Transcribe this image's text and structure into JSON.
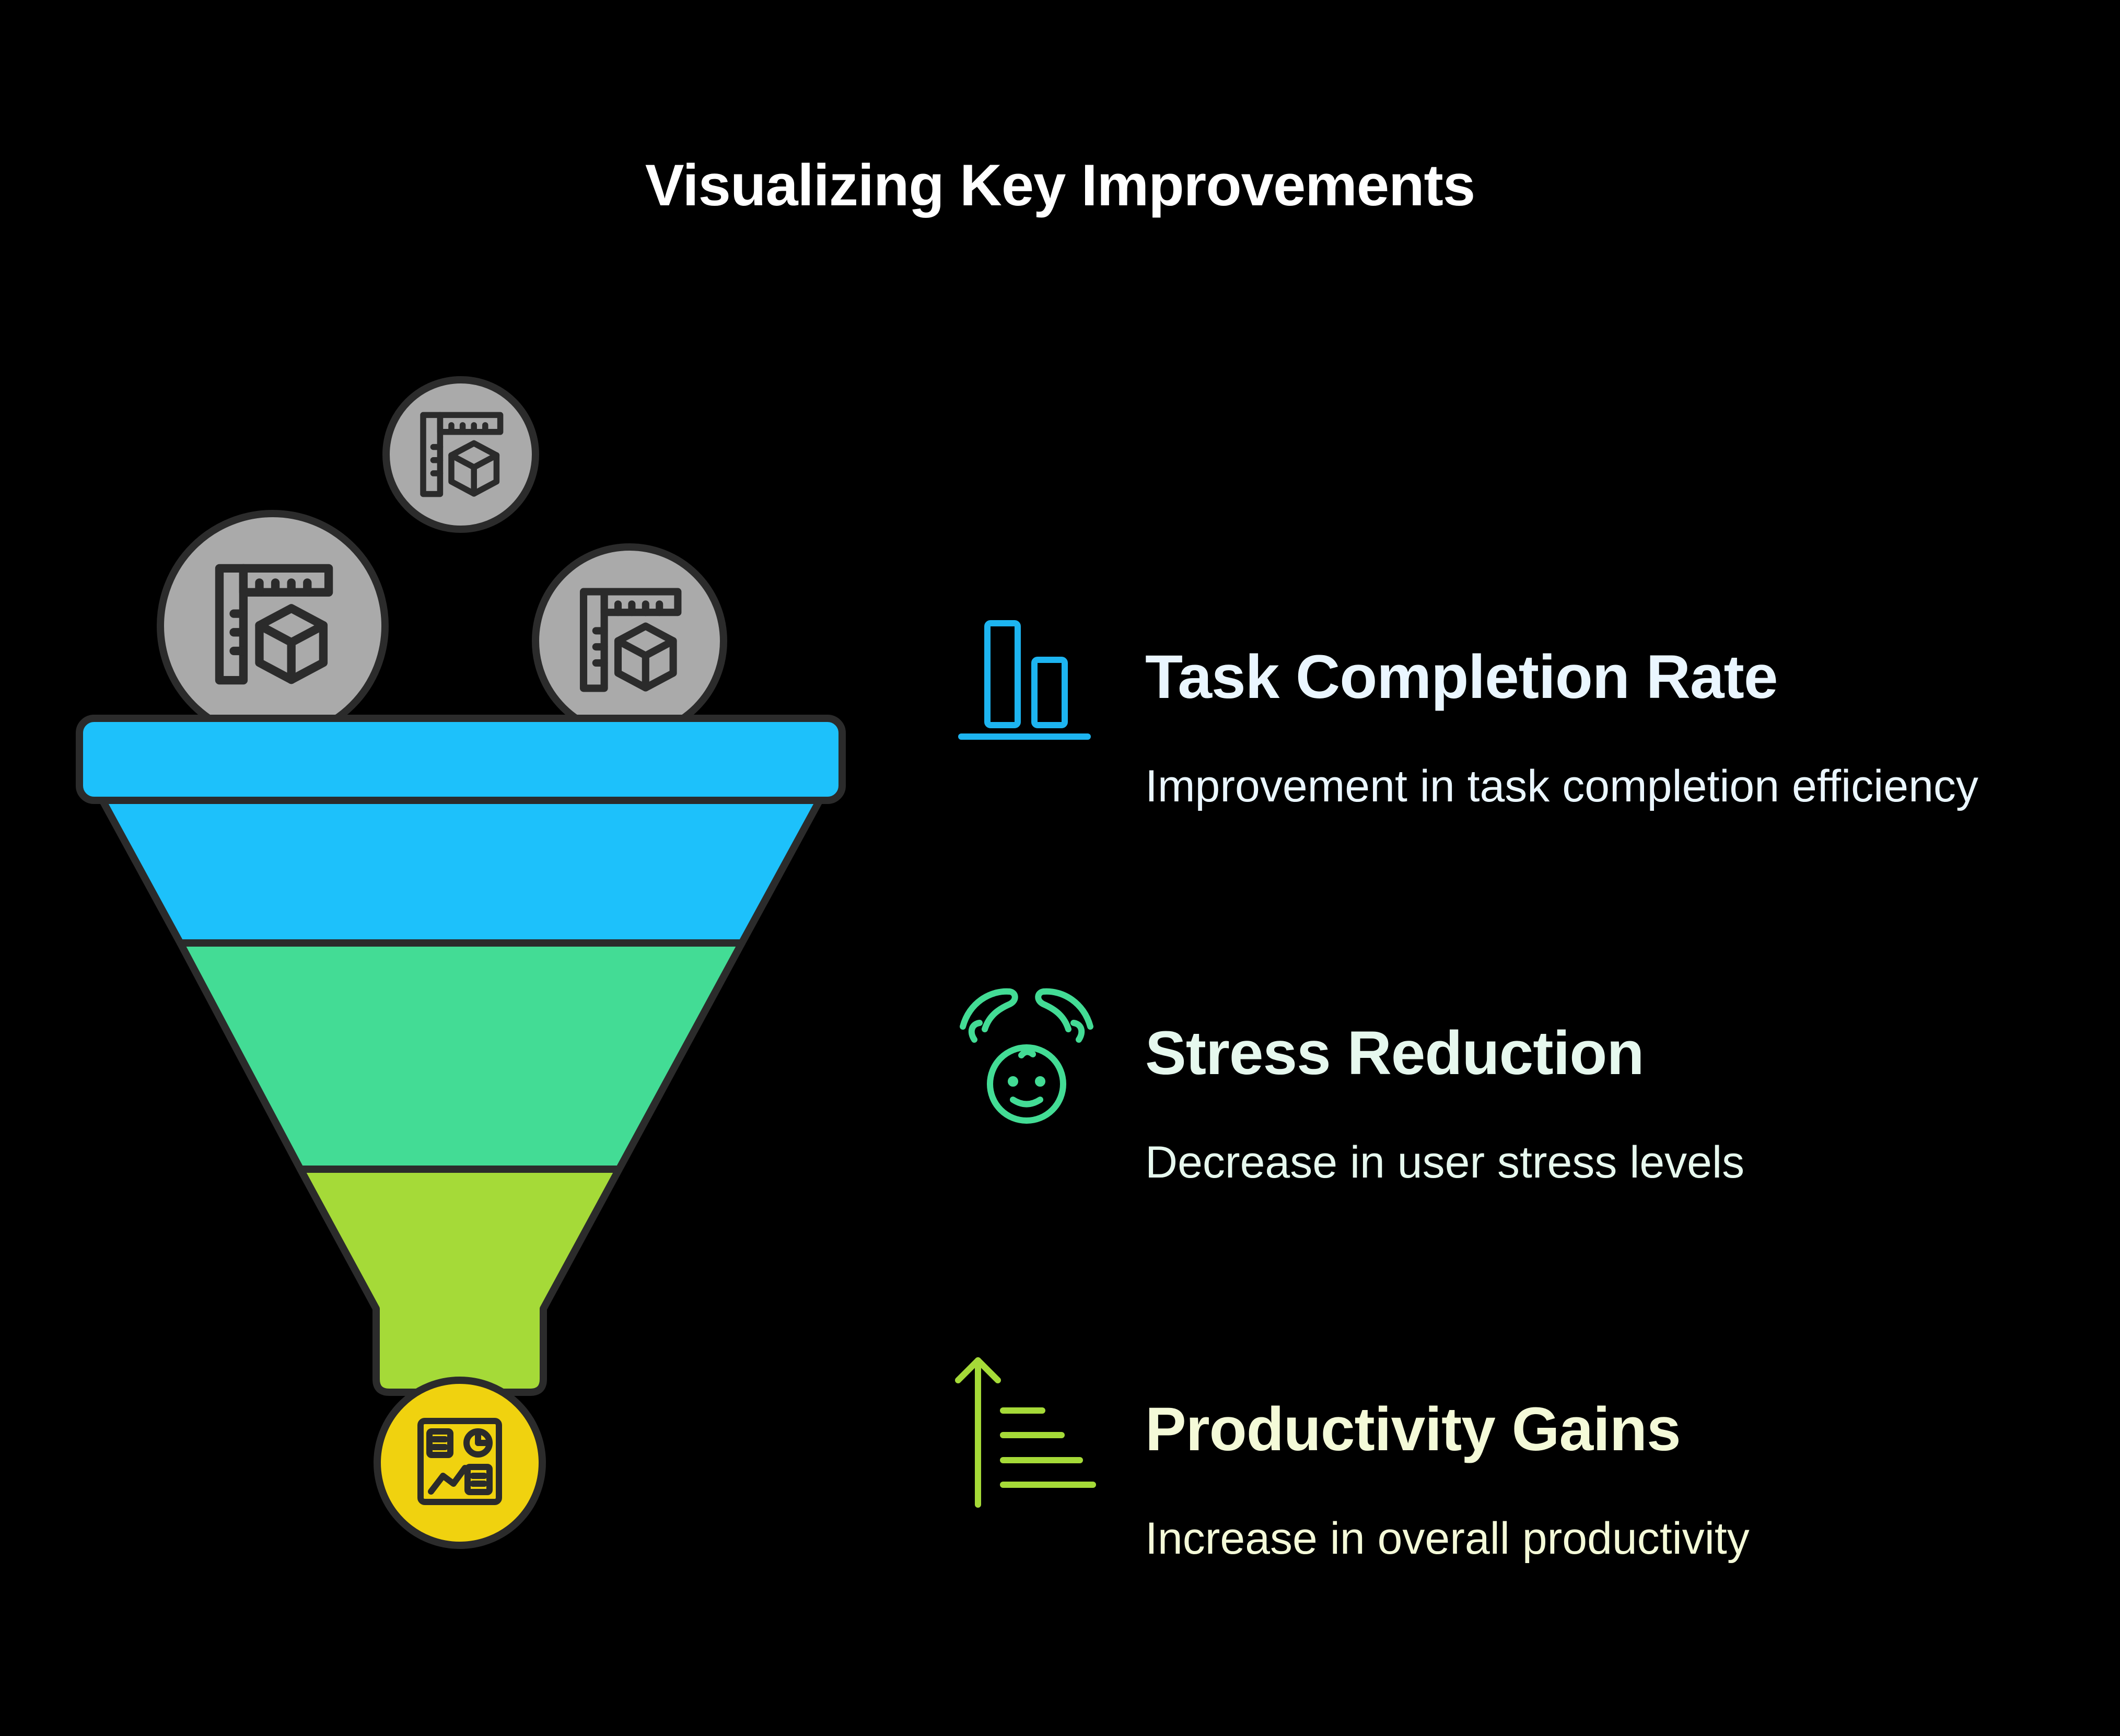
{
  "title": "Visualizing Key Improvements",
  "colors": {
    "background": "#000000",
    "funnel_top": "#1DC1FB",
    "funnel_middle": "#43DC95",
    "funnel_bottom": "#A5DA38",
    "output_circle": "#F0D20F",
    "input_circles": "#AAAAAA",
    "outline": "#2B2B2B"
  },
  "funnel": {
    "input_icons": [
      "ruler-box-icon",
      "ruler-box-icon",
      "ruler-box-icon"
    ],
    "output_icon": "dashboard-icon"
  },
  "items": [
    {
      "title": "Task Completion Rate",
      "description": "Improvement in task completion efficiency",
      "icon": "bar-chart-icon",
      "title_color": "#EAF6FF",
      "desc_color": "#EAF6FF",
      "icon_color": "#1DB4F0"
    },
    {
      "title": "Stress Reduction",
      "description": "Decrease in user stress levels",
      "icon": "calm-face-hands-icon",
      "title_color": "#E6F8EE",
      "desc_color": "#E6F8EE",
      "icon_color": "#43DC95"
    },
    {
      "title": "Productivity Gains",
      "description": "Increase in overall productivity",
      "icon": "growth-lines-icon",
      "title_color": "#F4FAD8",
      "desc_color": "#F4FAD8",
      "icon_color": "#A5DA38"
    }
  ]
}
